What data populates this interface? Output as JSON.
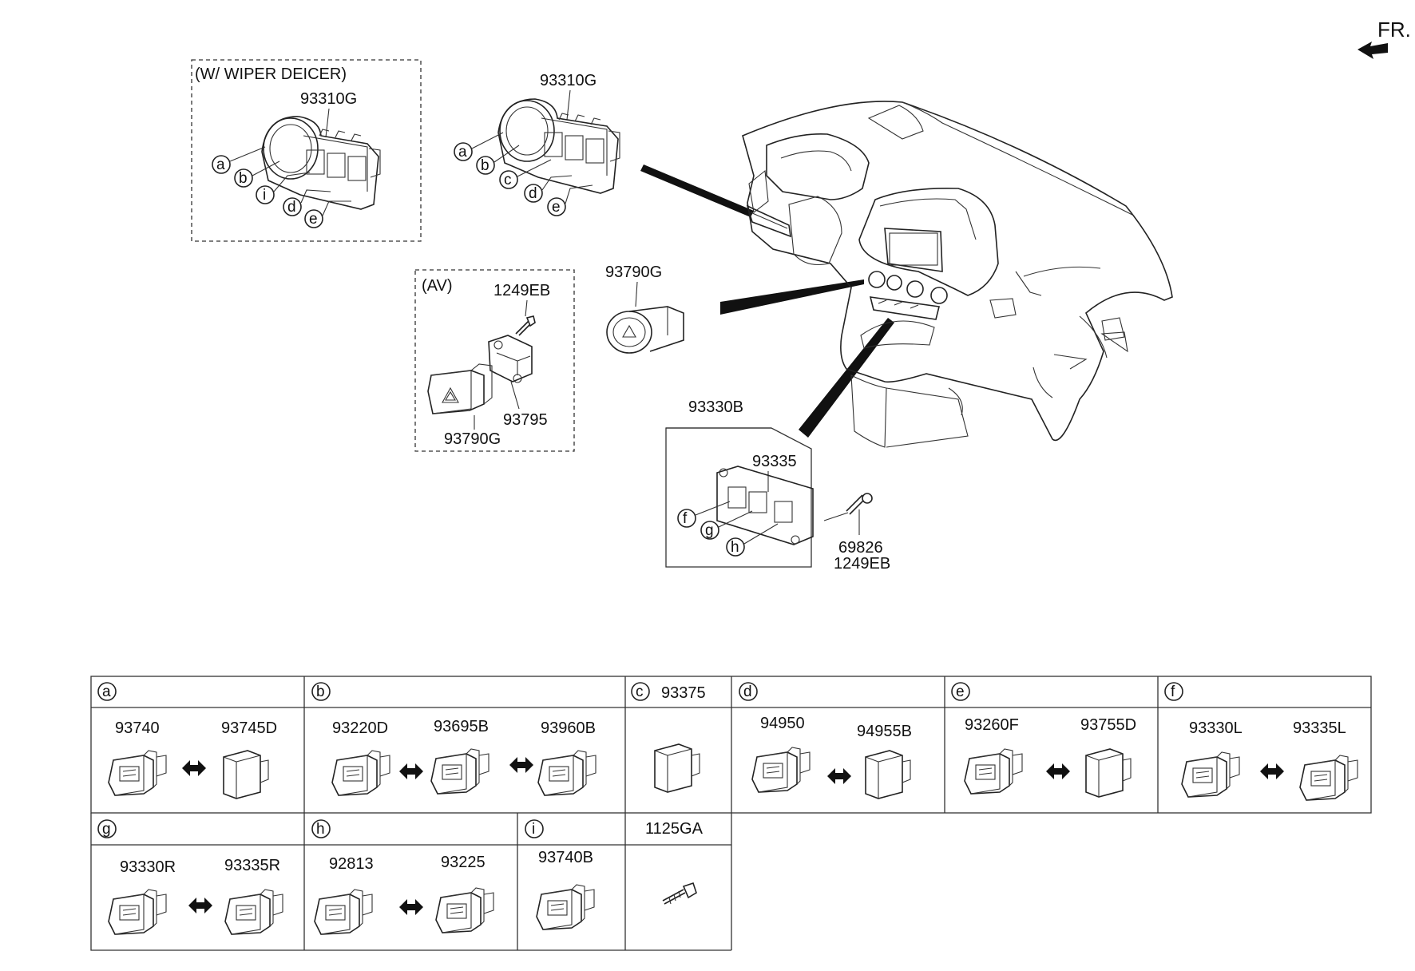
{
  "front_marker": "FR.",
  "groups": {
    "wiper": {
      "title": "(W/ WIPER DEICER)",
      "part": "93310G",
      "callouts": [
        "a",
        "b",
        "i",
        "d",
        "e"
      ]
    },
    "center": {
      "part": "93310G",
      "callouts": [
        "a",
        "b",
        "c",
        "d",
        "e"
      ]
    },
    "av": {
      "title": "(AV)",
      "bolt": "1249EB",
      "bracket": "93795",
      "switch": "93790G"
    },
    "hazard": {
      "part": "93790G"
    },
    "lower": {
      "assembly": "93330B",
      "bracket": "93335",
      "screw_a": "69826",
      "screw_b": "1249EB",
      "callouts": [
        "f",
        "g",
        "h"
      ]
    }
  },
  "table": {
    "row1": [
      {
        "key": "a",
        "parts": [
          "93740",
          "93745D"
        ]
      },
      {
        "key": "b",
        "parts": [
          "93220D",
          "93695B",
          "93960B"
        ]
      },
      {
        "key": "c",
        "header_part": "93375",
        "parts": []
      },
      {
        "key": "d",
        "parts": [
          "94950",
          "94955B"
        ]
      },
      {
        "key": "e",
        "parts": [
          "93260F",
          "93755D"
        ]
      },
      {
        "key": "f",
        "parts": [
          "93330L",
          "93335L"
        ]
      }
    ],
    "row2": [
      {
        "key": "g",
        "parts": [
          "93330R",
          "93335R"
        ]
      },
      {
        "key": "h",
        "parts": [
          "92813",
          "93225"
        ]
      },
      {
        "key": "i",
        "parts": [
          "93740B"
        ]
      },
      {
        "key": "",
        "header_part": "1125GA",
        "parts": []
      }
    ]
  }
}
